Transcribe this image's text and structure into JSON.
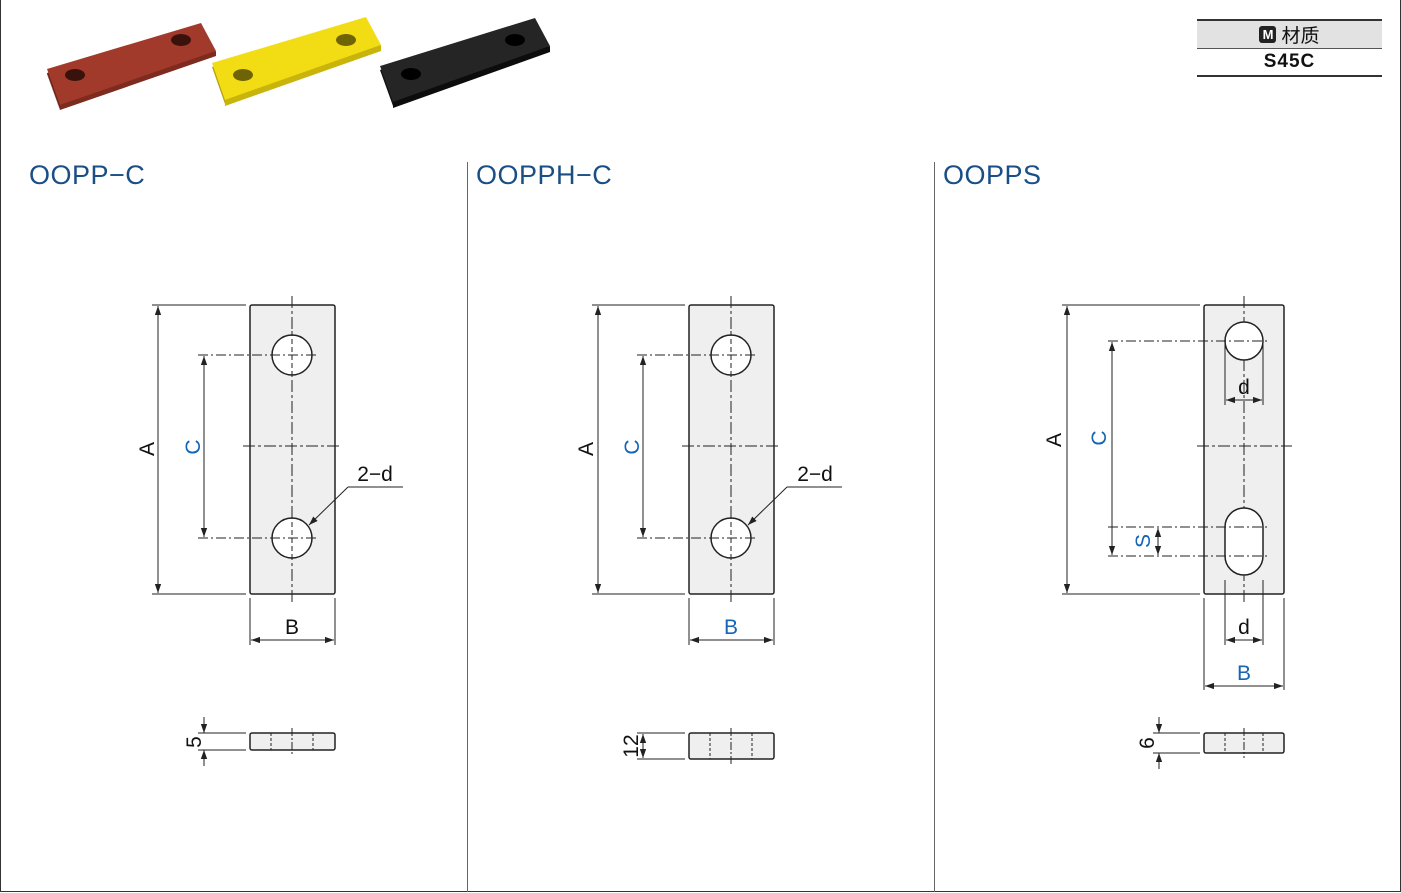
{
  "material": {
    "icon_letter": "M",
    "header": "材质",
    "value": "S45C"
  },
  "product_images": [
    {
      "color_name": "red",
      "color": "#a33a2a"
    },
    {
      "color_name": "yellow",
      "color": "#f1dc12"
    },
    {
      "color_name": "black",
      "color": "#1c1c1c"
    }
  ],
  "sections": [
    {
      "title": "OOPP−C",
      "dim_a": "A",
      "dim_c": "C",
      "dim_b": "B",
      "hole_label": "2−d",
      "thickness": "5"
    },
    {
      "title": "OOPPH−C",
      "dim_a": "A",
      "dim_c": "C",
      "dim_b": "B",
      "hole_label": "2−d",
      "thickness": "12"
    },
    {
      "title": "OOPPS",
      "dim_a": "A",
      "dim_c": "C",
      "dim_b": "B",
      "dim_d_top": "d",
      "dim_d_bottom": "d",
      "dim_s": "S",
      "thickness": "6"
    }
  ],
  "colors": {
    "title": "#1a4f86",
    "highlight": "#1565b7",
    "plate_fill": "#efefef"
  }
}
